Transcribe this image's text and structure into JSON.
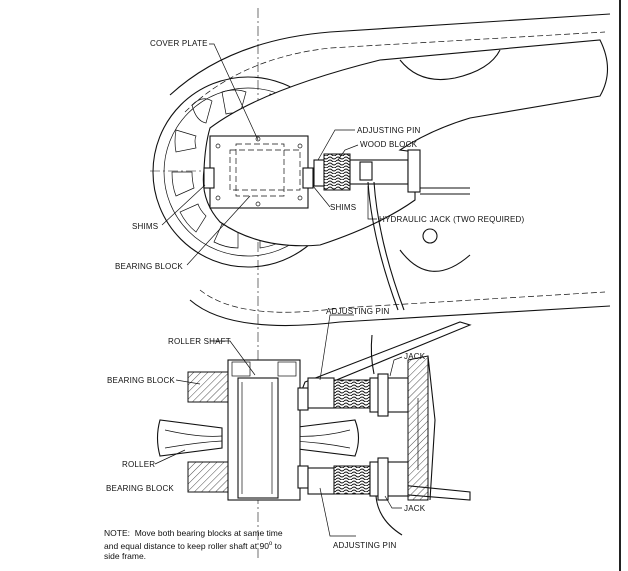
{
  "labels": {
    "cover_plate": "COVER PLATE",
    "adjusting_pin_top": "ADJUSTING PIN",
    "wood_block": "WOOD BLOCK",
    "shims_right": "SHIMS",
    "hydraulic_jack": "HYDRAULIC JACK (TWO REQUIRED)",
    "shims_left": "SHIMS",
    "bearing_block_top": "BEARING BLOCK",
    "adjusting_pin_mid": "ADJUSTING PIN",
    "roller_shaft": "ROLLER SHAFT",
    "jack_top": "JACK",
    "bearing_block_upper": "BEARING BLOCK",
    "roller": "ROLLER",
    "bearing_block_lower": "BEARING BLOCK",
    "jack_bottom": "JACK",
    "adjusting_pin_bottom": "ADJUSTING PIN"
  },
  "note": {
    "prefix": "NOTE:",
    "text_a": "Move both bearing blocks at same time and equal distance to keep roller shaft at 90",
    "degree": "o",
    "text_b": " to side frame."
  }
}
